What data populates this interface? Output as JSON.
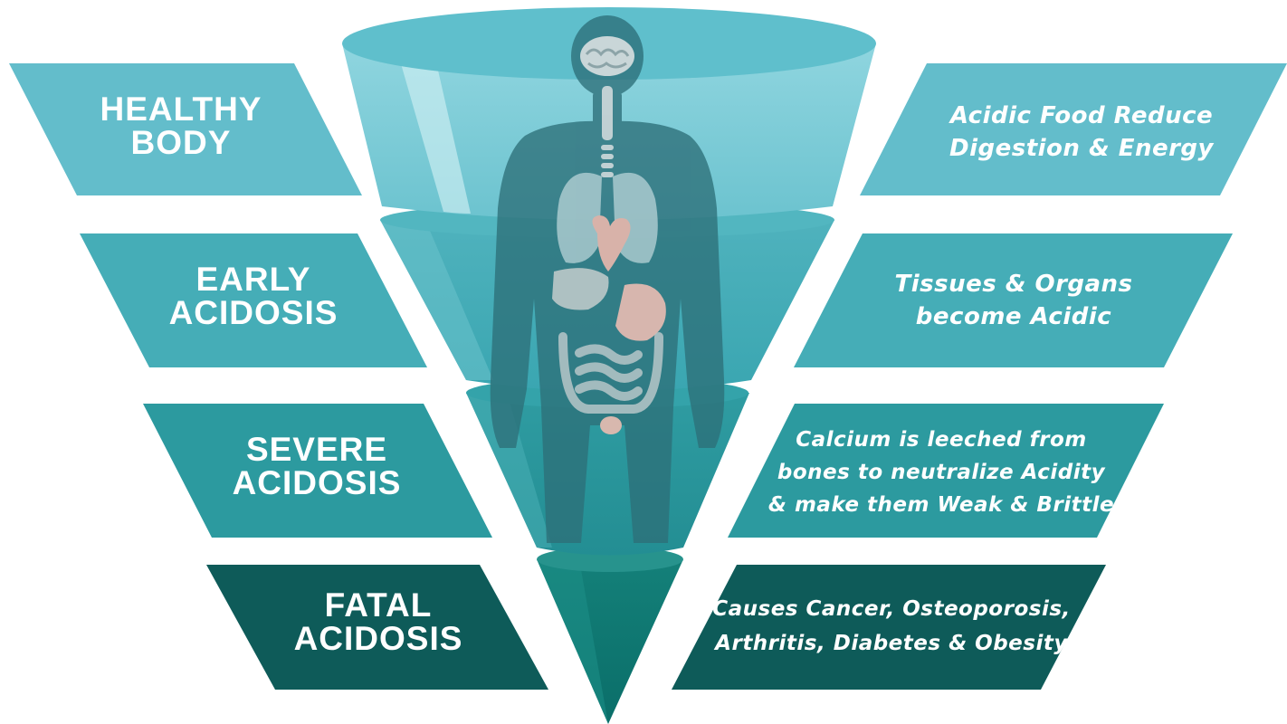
{
  "stages": [
    {
      "label_lines": [
        "HEALTHY",
        "BODY"
      ],
      "effect_lines": [
        "Acidic Food Reduce",
        "Digestion & Energy"
      ],
      "color": "#63bdcb"
    },
    {
      "label_lines": [
        "EARLY",
        "ACIDOSIS"
      ],
      "effect_lines": [
        "Tissues & Organs",
        "become  Acidic"
      ],
      "color": "#45adb7"
    },
    {
      "label_lines": [
        "SEVERE",
        "ACIDOSIS"
      ],
      "effect_lines": [
        "Calcium is leeched from",
        "bones to neutralize Acidity",
        "& make them Weak & Brittle"
      ],
      "color": "#2c9a9f"
    },
    {
      "label_lines": [
        "FATAL",
        "ACIDOSIS"
      ],
      "effect_lines": [
        "Causes Cancer, Osteoporosis,",
        "Arthritis, Diabetes & Obesity"
      ],
      "color": "#0e5b59"
    }
  ],
  "palette": {
    "funnel_top": "#7fcfda",
    "funnel_rim": "#5fbfcc",
    "body_silhouette": "#2d6f79",
    "organs": "#c7a9a0"
  }
}
